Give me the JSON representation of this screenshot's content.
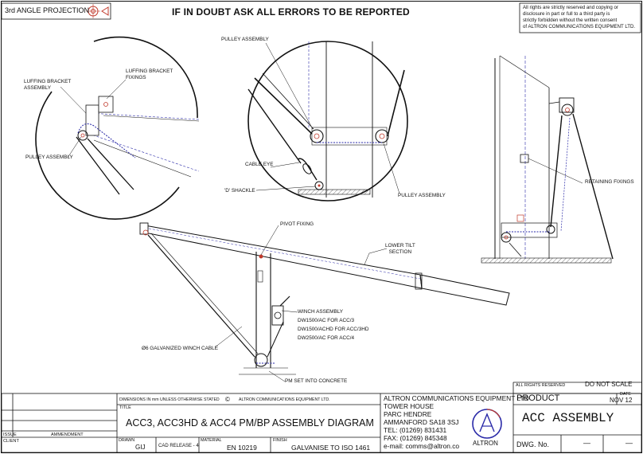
{
  "header": {
    "projection": "3rd ANGLE PROJECTION",
    "banner": "IF IN DOUBT ASK ALL ERRORS TO BE REPORTED",
    "rights_lines": [
      "All rights are strictly reserved and copying or",
      "disclosure in part or full to a third party is",
      "strictly forbidden without the written consent",
      "of  ALTRON COMMUNICATIONS EQUIPMENT LTD."
    ]
  },
  "labels": {
    "luffing_bracket_assembly": [
      "LUFFING BRACKET",
      "ASSEMBLY"
    ],
    "luffing_bracket_fixings": [
      "LUFFING BRACKET",
      "FIXINGS"
    ],
    "pulley_assembly_left": "PULLEY ASSEMBLY",
    "pulley_assembly_top": "PULLEY ASSEMBLY",
    "cable_eye": "CABLE EYE",
    "d_shackle": "'D' SHACKLE",
    "pulley_assembly_mid": "PULLEY ASSEMBLY",
    "retaining_fixings": "RETAINING FIXINGS",
    "pivot_fixing": "PIVOT FIXING",
    "lower_tilt_section": [
      "LOWER TILT",
      "SECTION"
    ],
    "winch_assembly": [
      "WINCH ASSEMBLY",
      "DW1500/AC FOR ACC/3",
      "DW1500/ACHD FOR ACC/3HD",
      "DW2500/AC FOR ACC/4"
    ],
    "galvanized_winch_cable": "Ø6 GALVANIZED WINCH CABLE",
    "pm_set_into_concrete": "PM SET INTO CONCRETE"
  },
  "title_block": {
    "all_rights_reserved": "ALL RIGHTS RESERVED",
    "do_not_scale": "DO NOT SCALE",
    "dimensions_note": "DIMENSIONS IN mm UNLESS OTHERWISE STATED",
    "copyright_symbol": "©",
    "copyright_company": "ALTRON COMMUNICATIONS EQUIPMENT LTD.",
    "title_label": "TITLE",
    "title": "ACC3, ACC3HD & ACC4 PM/BP  ASSEMBLY DIAGRAM",
    "issue_label": "ISSUE",
    "amendment_label": "AMMENDMENT",
    "client_label": "CLIENT",
    "drawn_label": "DRAWN",
    "drawn_value": "GIJ",
    "cad_release": "CAD RELEASE - 4",
    "material_label": "MATERIAL",
    "material_value": "EN 10219",
    "finish_label": "FINISH",
    "finish_value": "GALVANISE TO ISO 1461",
    "company_address": [
      "ALTRON COMMUNICATIONS EQUIPMENT LTD",
      "TOWER HOUSE",
      "PARC HENDRE",
      "AMMANFORD  SA18 3SJ",
      "TEL: (01269) 831431",
      "FAX: (01269) 845348",
      "e-mail: comms@altron.co"
    ],
    "logo_text": "ALTRON",
    "product_label": "PRODUCT",
    "date_label": "DATE",
    "date_value": "NOV 12",
    "product_value": "ACC ASSEMBLY",
    "dwg_label": "DWG. No.",
    "dwg_value": "—",
    "rev_value": "—"
  },
  "colors": {
    "line": "#111111",
    "accent_blue": "#2a2aa8",
    "accent_red": "#c0392b",
    "concrete": "#555555"
  }
}
